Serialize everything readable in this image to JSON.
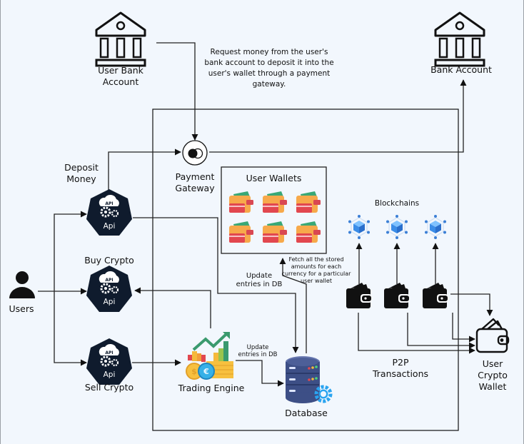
{
  "nodes": {
    "user_bank": {
      "label_line1": "User Bank",
      "label_line2": "Account",
      "icon": "bank-icon"
    },
    "bank_account": {
      "label": "Bank Account",
      "icon": "bank-icon"
    },
    "note_request": {
      "line1": "Request money from the user's",
      "line2": "bank account to deposit it into the",
      "line3": "user's wallet through a payment",
      "line4": "gateway."
    },
    "payment_gateway": {
      "label_line1": "Payment",
      "label_line2": "Gateway",
      "icon": "toggle-circle-icon"
    },
    "deposit_api": {
      "label_line1": "Deposit",
      "label_line2": "Money",
      "badge": "Api",
      "cloud_text": "API",
      "icon": "api-gear-icon"
    },
    "buy_api": {
      "label": "Buy Crypto",
      "badge": "Api",
      "cloud_text": "API",
      "icon": "api-gear-icon"
    },
    "sell_api": {
      "label": "Sell Crypto",
      "badge": "Api",
      "cloud_text": "API",
      "icon": "api-gear-icon"
    },
    "users": {
      "label": "Users",
      "icon": "user-icon"
    },
    "user_wallets": {
      "title": "User Wallets",
      "count": 6,
      "icon": "wallet-icon"
    },
    "fetch_note": {
      "line1": "Fetch all the stored",
      "line2": "amounts for each",
      "line3": "currency for a particular",
      "line4": "user wallet"
    },
    "update_db_1": {
      "line1": "Update",
      "line2": "entries in DB"
    },
    "update_db_2": {
      "line1": "Update",
      "line2": "entries in DB"
    },
    "trading_engine": {
      "label": "Trading Engine",
      "icon": "trading-chart-icon"
    },
    "database": {
      "label": "Database",
      "icon": "database-icon"
    },
    "blockchains": {
      "title": "Blockchains",
      "count": 3,
      "icon": "blockchain-cube-icon"
    },
    "crypto_wallets": {
      "count": 3,
      "icon": "wallet-icon"
    },
    "p2p": {
      "line1": "P2P",
      "line2": "Transactions"
    },
    "user_crypto_wallet": {
      "line1": "User",
      "line2": "Crypto",
      "line3": "Wallet",
      "icon": "wallet-outline-icon"
    }
  },
  "colors": {
    "background": "#f2f7fd",
    "line": "#1a1a1a",
    "api_fill": "#0f1b2d",
    "wallet_orange": "#f7a94b",
    "wallet_red": "#e2474f",
    "wallet_green": "#3aa876",
    "cube_blue": "#3b8de8",
    "db_navy": "#3d4f86",
    "gear_blue": "#2aa4f0"
  }
}
